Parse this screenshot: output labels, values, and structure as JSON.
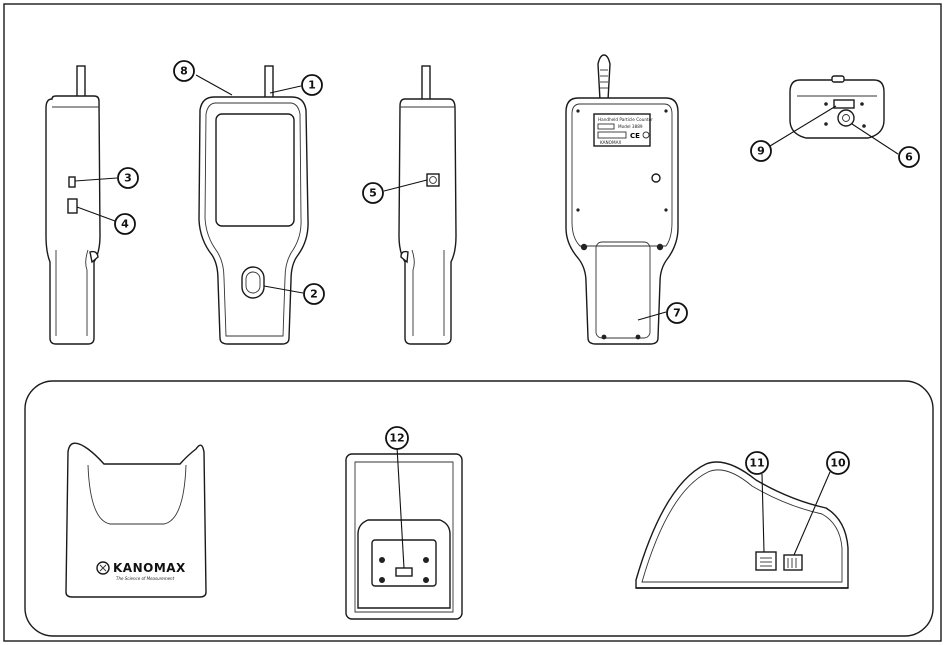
{
  "figure": {
    "brand": {
      "name": "KANOMAX",
      "tagline": "The Science of Measurement"
    },
    "device_label": {
      "line1": "Handheld Particle Counter",
      "line2": "Model 3889",
      "ce_mark": "CE",
      "maker": "KANOMAX"
    },
    "callouts": [
      "1",
      "2",
      "3",
      "4",
      "5",
      "6",
      "7",
      "8",
      "9",
      "10",
      "11",
      "12"
    ]
  }
}
